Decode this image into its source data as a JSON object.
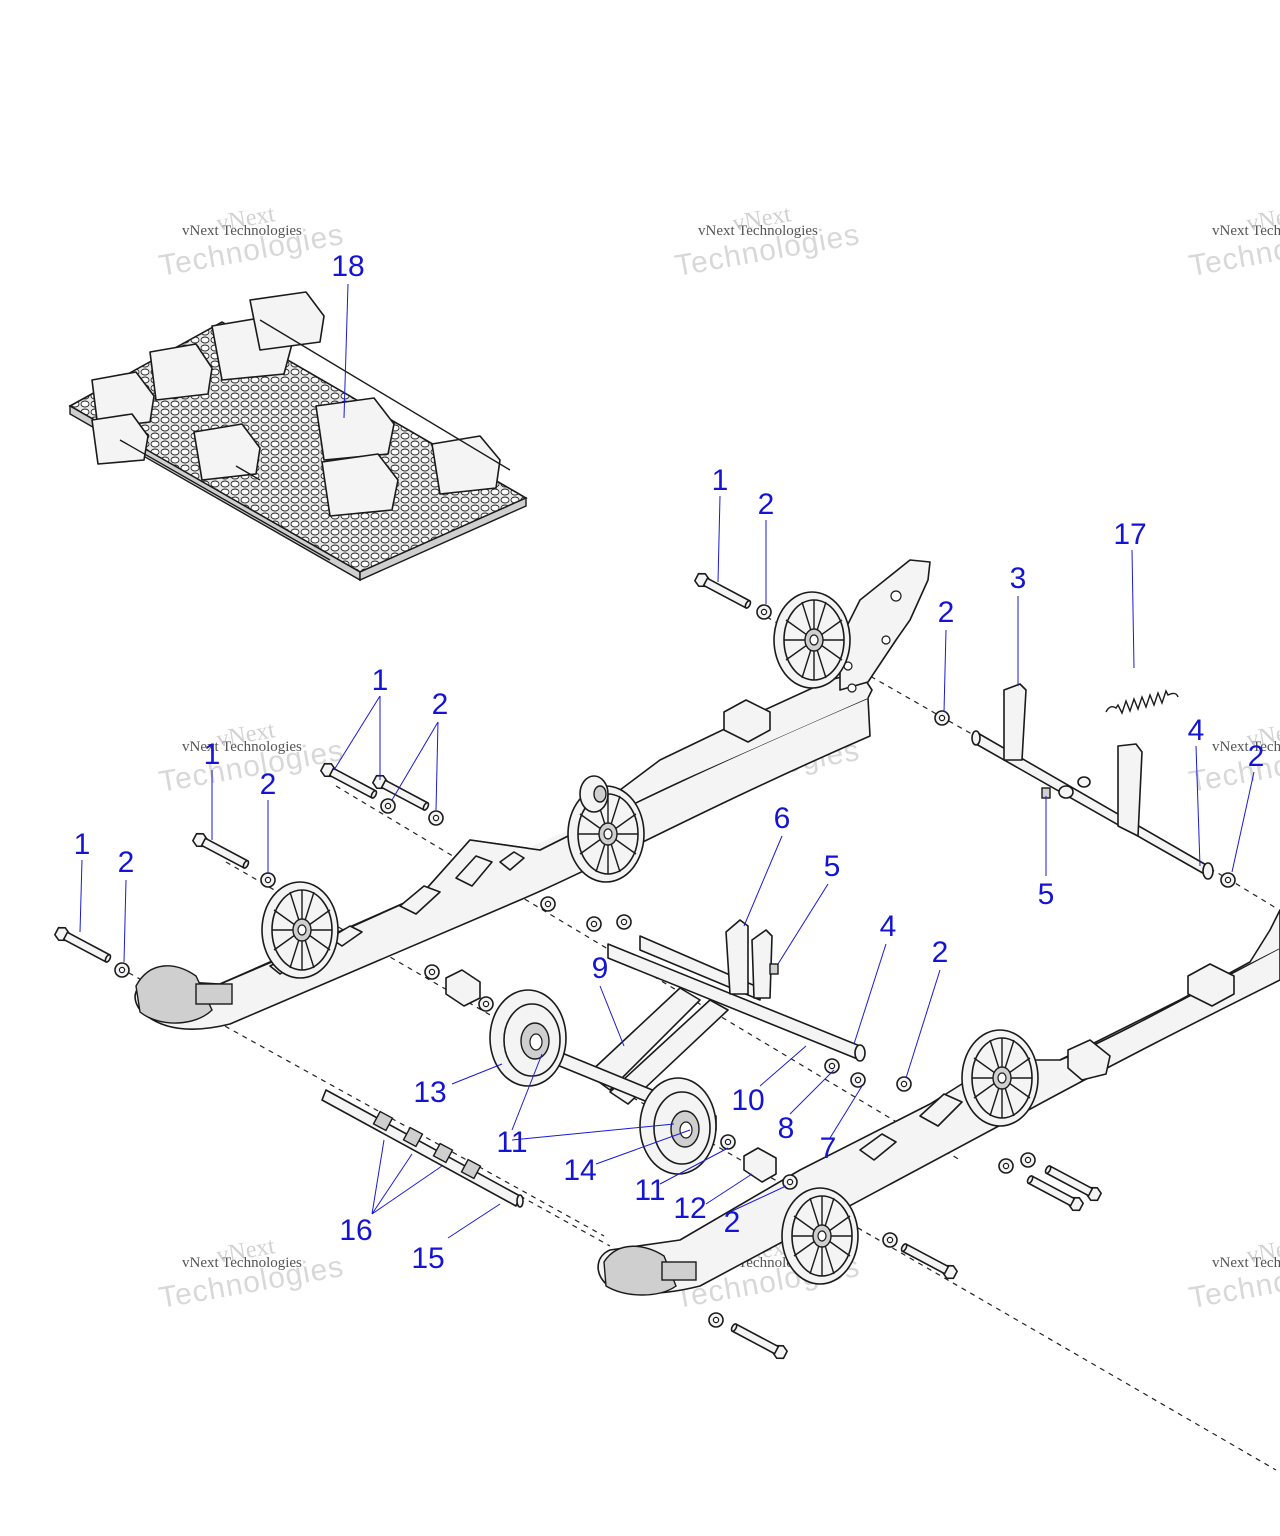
{
  "watermark": {
    "line1": "vNext",
    "line2": "vNext Technologies",
    "line3": "Technologies"
  },
  "callouts": [
    {
      "id": "c18",
      "label": "18"
    },
    {
      "id": "c1a",
      "label": "1"
    },
    {
      "id": "c2a",
      "label": "2"
    },
    {
      "id": "c2b",
      "label": "2"
    },
    {
      "id": "c3",
      "label": "3"
    },
    {
      "id": "c17",
      "label": "17"
    },
    {
      "id": "c1b",
      "label": "1"
    },
    {
      "id": "c2c",
      "label": "2"
    },
    {
      "id": "c4a",
      "label": "4"
    },
    {
      "id": "c2d",
      "label": "2"
    },
    {
      "id": "c1c",
      "label": "1"
    },
    {
      "id": "c2e",
      "label": "2"
    },
    {
      "id": "c5a",
      "label": "5"
    },
    {
      "id": "c1d",
      "label": "1"
    },
    {
      "id": "c2f",
      "label": "2"
    },
    {
      "id": "c6",
      "label": "6"
    },
    {
      "id": "c5b",
      "label": "5"
    },
    {
      "id": "c9",
      "label": "9"
    },
    {
      "id": "c4b",
      "label": "4"
    },
    {
      "id": "c2g",
      "label": "2"
    },
    {
      "id": "c13",
      "label": "13"
    },
    {
      "id": "c10",
      "label": "10"
    },
    {
      "id": "c8",
      "label": "8"
    },
    {
      "id": "c7",
      "label": "7"
    },
    {
      "id": "c11a",
      "label": "11"
    },
    {
      "id": "c14",
      "label": "14"
    },
    {
      "id": "c11b",
      "label": "11"
    },
    {
      "id": "c12",
      "label": "12"
    },
    {
      "id": "c2h",
      "label": "2"
    },
    {
      "id": "c16",
      "label": "16"
    },
    {
      "id": "c15",
      "label": "15"
    }
  ]
}
